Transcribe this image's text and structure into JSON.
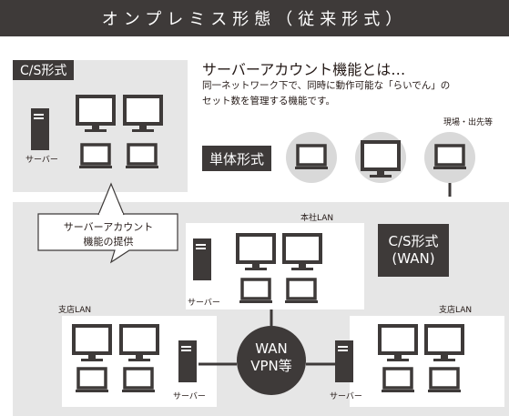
{
  "title": "オンプレミス形態（従来形式）",
  "cs_label": "C/S形式",
  "server_label": "サーバー",
  "heading": "サーバーアカウント機能とは…",
  "description_line1": "同一ネットワーク下で、同時に動作可能な「らいでん」の",
  "description_line2": "セット数を管理する機能です。",
  "site_label": "現場・出先等",
  "standalone_label": "単体形式",
  "callout_line1": "サーバーアカウント",
  "callout_line2": "機能の提供",
  "hq_lan_label": "本社LAN",
  "wan_box_line1": "C/S形式",
  "wan_box_line2": "(WAN)",
  "branch_left_label": "支店LAN",
  "branch_right_label": "支店LAN",
  "wan_circle_line1": "WAN",
  "wan_circle_line2": "VPN等",
  "colors": {
    "dark": "#3e3a39",
    "panel": "#e6e6e6",
    "circle": "#d9d9d9",
    "white": "#ffffff"
  }
}
